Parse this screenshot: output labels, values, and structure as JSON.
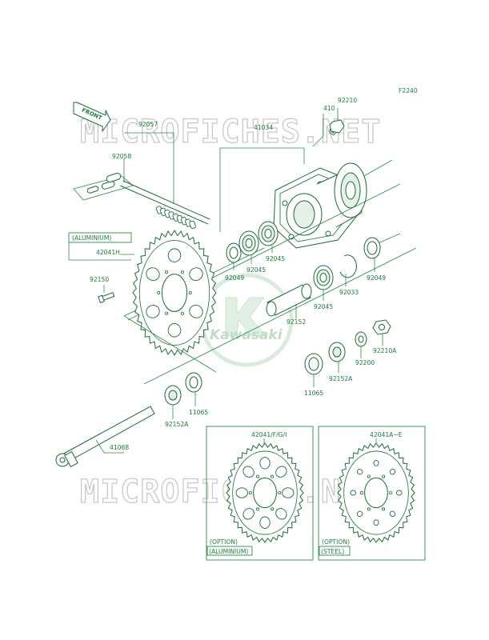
{
  "diagram_code": "F2240",
  "front_arrow_text": "FRONT",
  "watermark": "MICROFICHES.NET",
  "logo_text": "Kawasaki",
  "labels": {
    "p92057": "92057",
    "p92058": "92058",
    "p41034": "41034",
    "p410": "410",
    "p92210": "92210",
    "aluminium_tag": "(ALUMINIUM)",
    "p42041H": "42041H",
    "p92049a": "92049",
    "p92045a": "92045",
    "p92045b": "92045",
    "p92049b": "92049",
    "p92150": "92150",
    "p92033": "92033",
    "p92045c": "92045",
    "p92152": "92152",
    "p92210A": "92210A",
    "p92200": "92200",
    "p92152Aa": "92152A",
    "p11065a": "11065",
    "p11065b": "11065",
    "p92152Ab": "92152A",
    "p41068": "41068",
    "opt1_part": "42041/F/G/I",
    "opt1_option": "(OPTION)",
    "opt1_material": "(ALUMINIUM)",
    "opt2_part": "42041A~E",
    "opt2_option": "(OPTION)",
    "opt2_material": "(STEEL)"
  },
  "colors": {
    "line": "#2e8a46",
    "label": "#1e7a3a",
    "watermark": "#c9c9c9"
  }
}
